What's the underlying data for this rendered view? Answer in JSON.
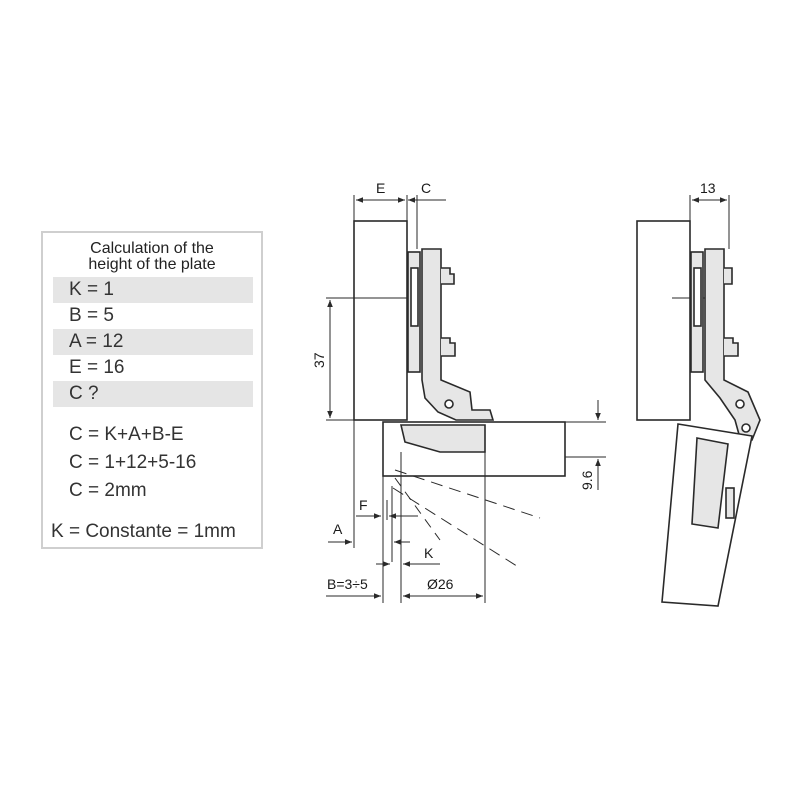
{
  "panel": {
    "title_line1": "Calculation of the",
    "title_line2": "height of the plate",
    "values": [
      "K = 1",
      "B = 5",
      "A = 12",
      "E = 16",
      "C ?"
    ],
    "formulas": [
      "C = K+A+B-E",
      "C = 1+12+5-16",
      "C = 2mm"
    ],
    "constant": "K = Constante = 1mm"
  },
  "dimensions": {
    "e": "E",
    "c": "C",
    "d37": "37",
    "d96": "9.6",
    "f": "F",
    "a": "A",
    "k": "K",
    "b": "B=3÷5",
    "dia": "Ø26",
    "d13": "13"
  },
  "colors": {
    "line": "#2a2a2a",
    "part_fill": "#e6e6e6",
    "shade": "#e5e5e5"
  }
}
